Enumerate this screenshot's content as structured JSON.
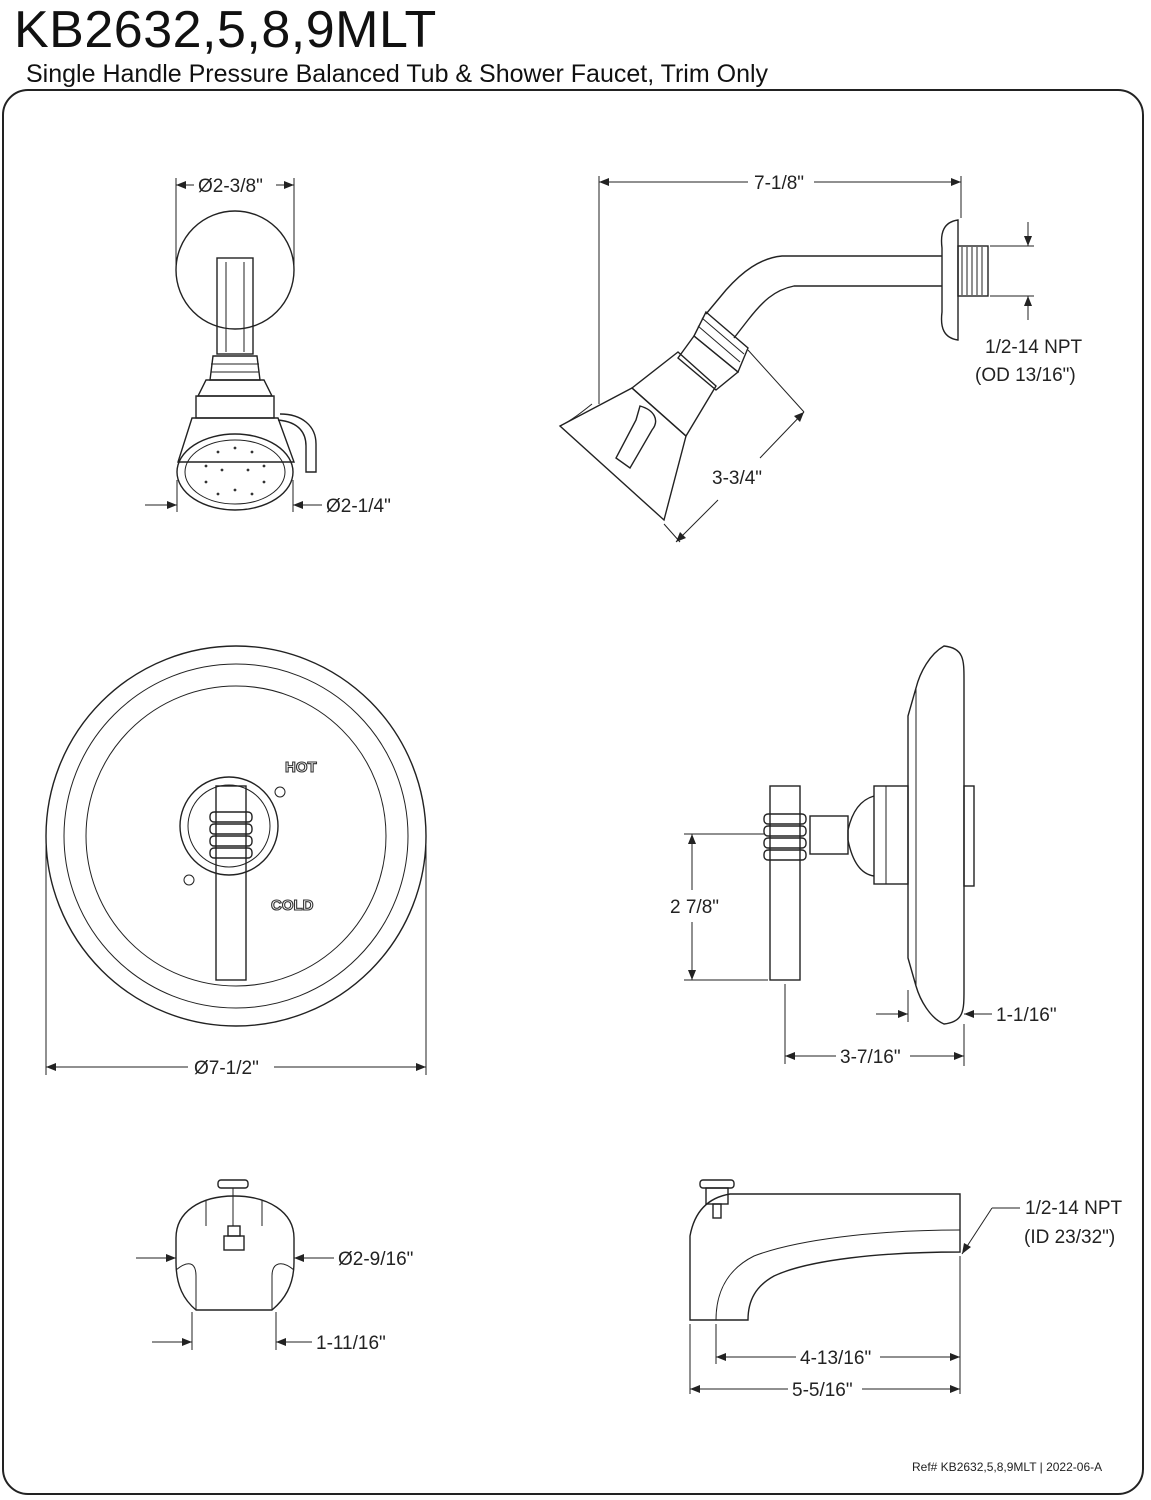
{
  "header": {
    "model": "KB2632,5,8,9MLT",
    "description": "Single Handle Pressure Balanced Tub & Shower Faucet, Trim Only"
  },
  "shower_head": {
    "flange_diameter": "Ø2-3/8\"",
    "face_diameter": "Ø2-1/4\""
  },
  "shower_arm": {
    "reach": "7-1/8\"",
    "head_length": "3-3/4\"",
    "thread": "1/2-14 NPT",
    "thread_od": "(OD 13/16\")"
  },
  "valve_trim": {
    "plate_diameter": "Ø7-1/2\"",
    "hot_label": "HOT",
    "cold_label": "COLD",
    "handle_height": "2 7/8\"",
    "plate_depth": "1-1/16\"",
    "handle_projection": "3-7/16\""
  },
  "tub_spout": {
    "outlet_diameter": "Ø2-9/16\"",
    "outlet_width": "1-11/16\"",
    "thread": "1/2-14 NPT",
    "thread_id": "(ID 23/32\")",
    "spout_reach": "4-13/16\"",
    "overall_length": "5-5/16\""
  },
  "footer": {
    "reference": "Ref# KB2632,5,8,9MLT | 2022-06-A"
  }
}
